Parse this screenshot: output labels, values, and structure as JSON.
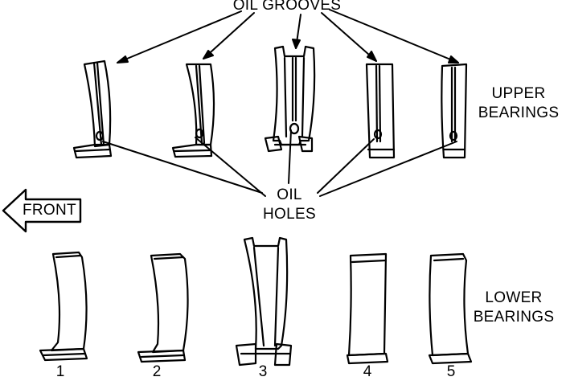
{
  "labels": {
    "oil_grooves": "OIL GROOVES",
    "upper_1": "UPPER",
    "upper_2": "BEARINGS",
    "oil_holes_1": "OIL",
    "oil_holes_2": "HOLES",
    "front": "FRONT",
    "lower_1": "LOWER",
    "lower_2": "BEARINGS"
  },
  "bearing_numbers": [
    "1",
    "2",
    "3",
    "4",
    "5"
  ]
}
